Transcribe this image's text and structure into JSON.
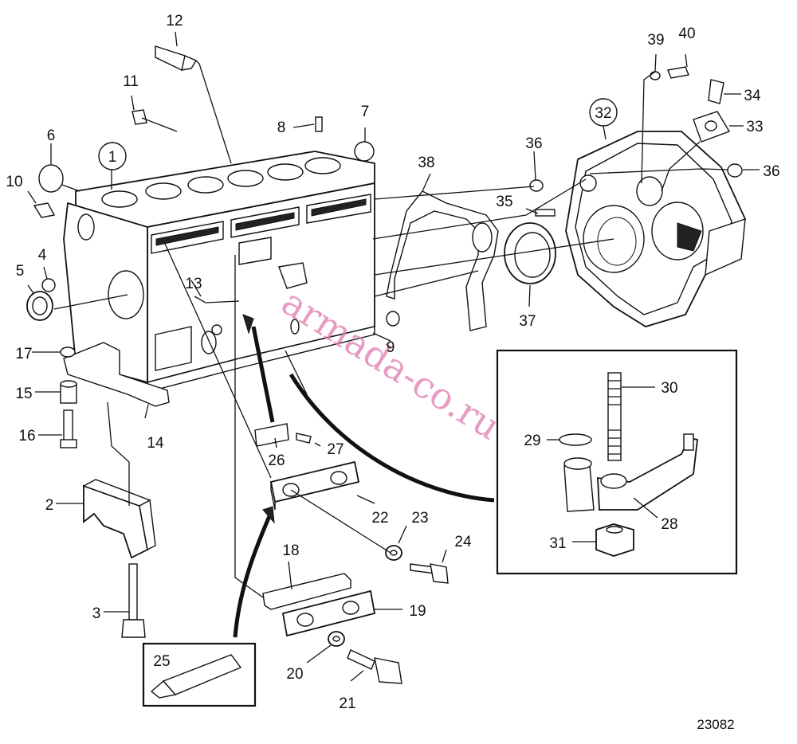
{
  "figure_number": "23082",
  "watermark": "armada-co.ru",
  "callouts": {
    "c1": "1",
    "c2": "2",
    "c3": "3",
    "c4": "4",
    "c5": "5",
    "c6": "6",
    "c7": "7",
    "c8": "8",
    "c9": "9",
    "c10": "10",
    "c11": "11",
    "c12": "12",
    "c13": "13",
    "c14": "14",
    "c15": "15",
    "c16": "16",
    "c17": "17",
    "c18": "18",
    "c19": "19",
    "c20": "20",
    "c21": "21",
    "c22": "22",
    "c23": "23",
    "c24": "24",
    "c25": "25",
    "c26": "26",
    "c27": "27",
    "c28": "28",
    "c29": "29",
    "c30": "30",
    "c31": "31",
    "c32": "32",
    "c33": "33",
    "c34": "34",
    "c35": "35",
    "c36a": "36",
    "c36b": "36",
    "c37": "37",
    "c38": "38",
    "c39": "39",
    "c40": "40"
  }
}
